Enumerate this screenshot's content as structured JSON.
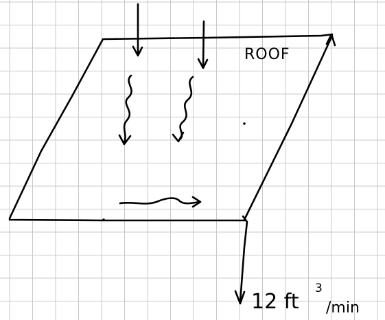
{
  "colors": {
    "background": "#ffffff",
    "grid": "#c8c8c8",
    "ink": "#000000"
  },
  "diagram": {
    "roof_label": "ROOF",
    "flow_label": "12 ft",
    "flow_exponent": "3",
    "flow_unit": "/min"
  }
}
